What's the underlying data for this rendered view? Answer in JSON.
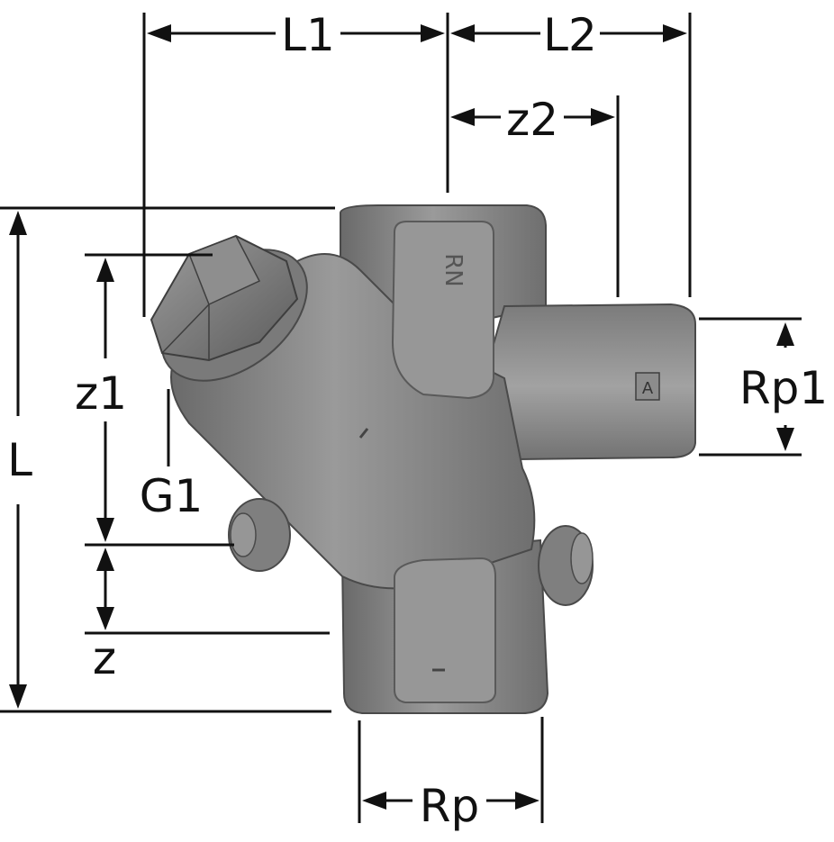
{
  "labels": {
    "l1": "L1",
    "l2": "L2",
    "z2": "z2",
    "l": "L",
    "z1": "z1",
    "g1": "G1",
    "z": "z",
    "rp1": "Rp1",
    "rp": "Rp",
    "cast_mark": "RN",
    "side_mark": "A"
  },
  "colors": {
    "body": "#8a8a8a",
    "body_dark": "#5e5e5e",
    "body_light": "#a9a9a9",
    "line": "#111111"
  }
}
